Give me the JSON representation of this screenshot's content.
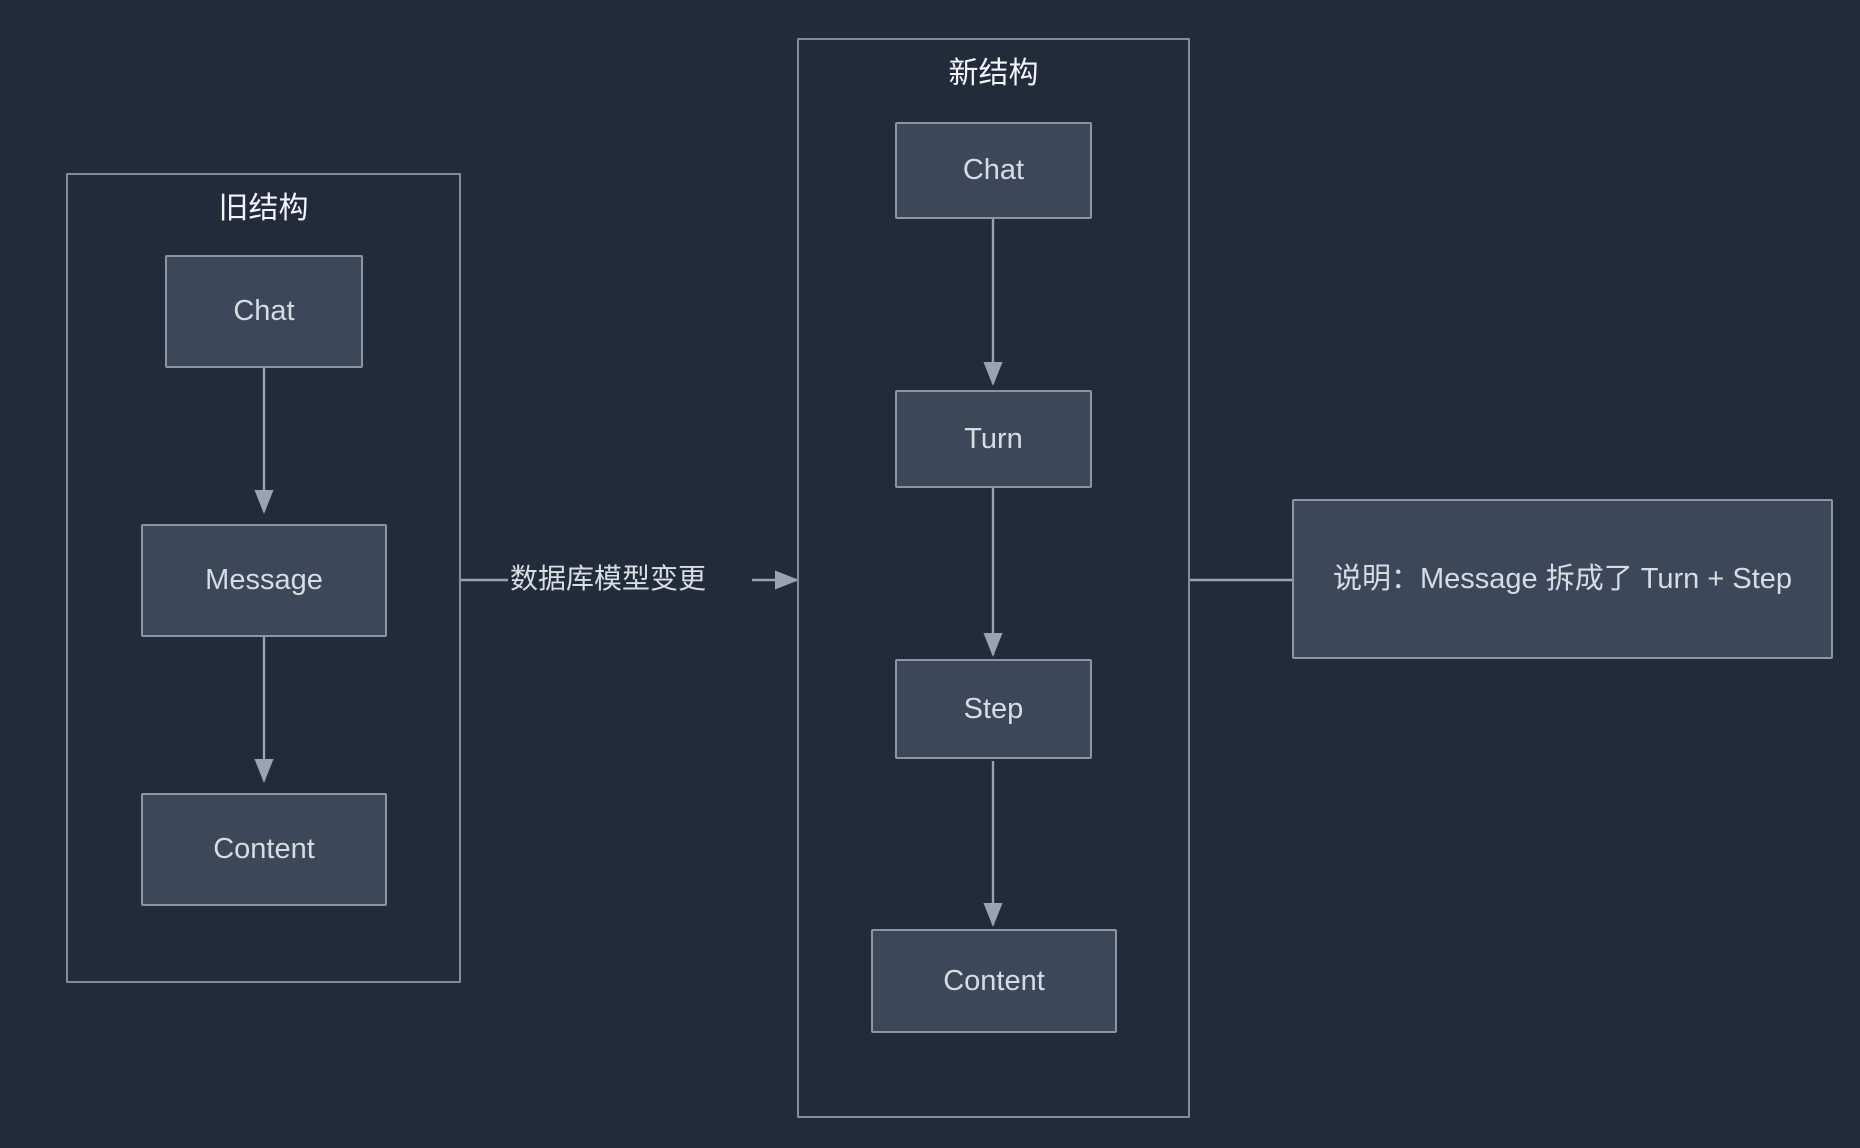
{
  "diagram": {
    "title_old": "旧结构",
    "title_new": "新结构",
    "edge_label_migration": "数据库模型变更",
    "note_text": "说明：Message 拆成了 Turn + Step",
    "colors": {
      "background": "#222b3a",
      "node_fill": "#3d475a",
      "node_border": "#8d95a5",
      "group_border": "#848c9c",
      "text": "#d7dbe3",
      "title_text": "#f2f4f8",
      "edge_stroke": "#9aa3b2"
    }
  },
  "old_structure": {
    "title": "旧结构",
    "nodes": [
      {
        "id": "old-chat",
        "label": "Chat"
      },
      {
        "id": "old-message",
        "label": "Message"
      },
      {
        "id": "old-content",
        "label": "Content"
      }
    ]
  },
  "new_structure": {
    "title": "新结构",
    "nodes": [
      {
        "id": "new-chat",
        "label": "Chat"
      },
      {
        "id": "new-turn",
        "label": "Turn"
      },
      {
        "id": "new-step",
        "label": "Step"
      },
      {
        "id": "new-content",
        "label": "Content"
      }
    ]
  },
  "note": {
    "label": "说明：Message 拆成了 Turn + Step"
  },
  "edges": {
    "migration_label": "数据库模型变更"
  }
}
